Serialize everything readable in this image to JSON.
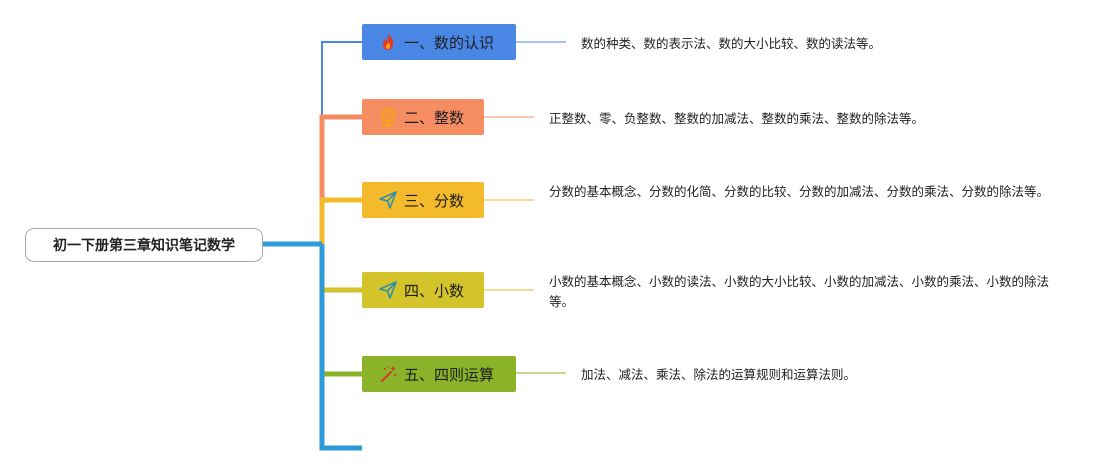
{
  "root": {
    "title": "初一下册第三章知识笔记数学"
  },
  "topics": [
    {
      "label": "一、数的认识",
      "color": "#4a86e4",
      "icon": "fire-icon",
      "note": "数的种类、数的表示法、数的大小比较、数的读法等。"
    },
    {
      "label": "二、整数",
      "color": "#f58c62",
      "icon": "award-ribbon-icon",
      "note": "正整数、零、负整数、整数的加减法、整数的乘法、整数的除法等。"
    },
    {
      "label": "三、分数",
      "color": "#f3bb2b",
      "icon": "paper-plane-icon",
      "note": "分数的基本概念、分数的化简、分数的比较、分数的加减法、分数的乘法、分数的除法等。"
    },
    {
      "label": "四、小数",
      "color": "#d4c32a",
      "icon": "paper-plane-icon",
      "note": "小数的基本概念、小数的读法、小数的大小比较、小数的加减法、小数的乘法、小数的除法等。"
    },
    {
      "label": "五、四则运算",
      "color": "#8ab32a",
      "icon": "magic-wand-icon",
      "note": "加法、减法、乘法、除法的运算规则和运算法则。"
    }
  ]
}
